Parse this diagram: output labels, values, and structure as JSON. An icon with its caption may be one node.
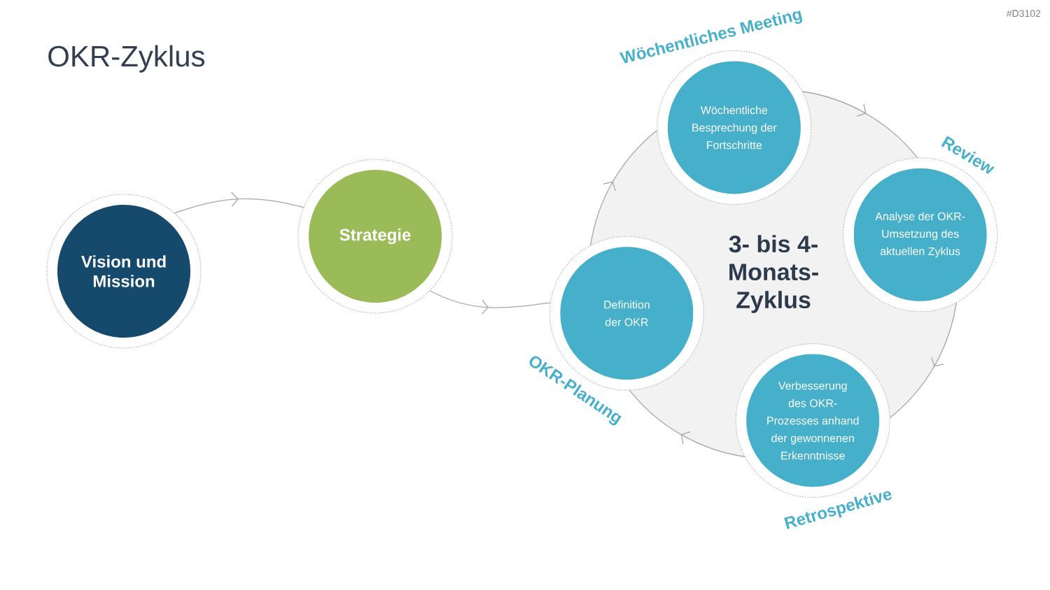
{
  "diagram": {
    "title": "OKR-Zyklus",
    "nodes": [
      {
        "text": [
          "Vision und Mission"
        ]
      },
      {
        "text": [
          "Strategie"
        ]
      },
      {
        "text": [
          "3- bis 4- Monats- Zyklus"
        ]
      },
      {
        "text": [
          "Wöchentliche Besprechung der Fortschritte"
        ],
        "beside": [
          "Wöchentliches Meeting"
        ]
      },
      {
        "text": [
          "Analyse der OKR- Umsetzung des aktuellen Zyklus"
        ],
        "beside": [
          "Review"
        ]
      },
      {
        "text": [
          "Definition der OKR"
        ],
        "beside": [
          "OKR-Planung"
        ]
      },
      {
        "text": [
          "Verbesserung des OKR- Prozesses anhand der gewonnenen Erkenntnisse"
        ],
        "beside": [
          "Retrospektive"
        ]
      }
    ],
    "edges": [
      {
        "from": 0,
        "to": 1,
        "arrow": "to"
      },
      {
        "from": 1,
        "to": 5,
        "arrow": "to"
      },
      {
        "from": 5,
        "to": 3,
        "arrow": "to"
      },
      {
        "from": 3,
        "to": 4,
        "arrow": "to"
      },
      {
        "from": 4,
        "to": 6,
        "arrow": "to"
      },
      {
        "from": 6,
        "to": 5,
        "arrow": "to"
      }
    ],
    "labels": [
      "#D3102"
    ]
  }
}
